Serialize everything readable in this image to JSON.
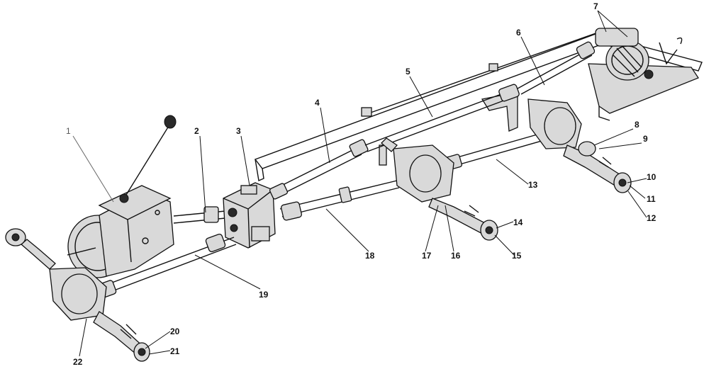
{
  "labels": {
    "n1": "1",
    "n2": "2",
    "n3": "3",
    "n4": "4",
    "n5": "5",
    "n6": "6",
    "n7": "7",
    "n8": "8",
    "n9": "9",
    "n10": "10",
    "n11": "11",
    "n12": "12",
    "n13": "13",
    "n14": "14",
    "n15": "15",
    "n16": "16",
    "n17": "17",
    "n18": "18",
    "n19": "19",
    "n20": "20",
    "n21": "21",
    "n22": "22"
  }
}
